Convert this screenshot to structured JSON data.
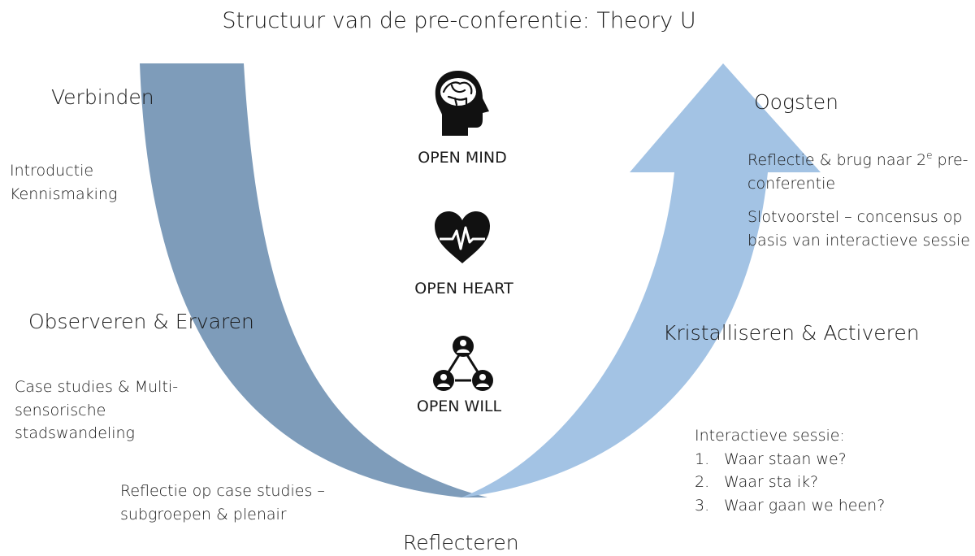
{
  "title": "Structuur van de pre-conferentie: Theory U",
  "colors": {
    "left_arm": "#7e9cba",
    "right_arm": "#a3c3e4",
    "icon": "#111111"
  },
  "left": {
    "verbinden": {
      "heading": "Verbinden",
      "lines": [
        "Introductie",
        "Kennismaking"
      ]
    },
    "observeren": {
      "heading": "Observeren & Ervaren",
      "lines": [
        "Case studies & Multi-",
        "sensorische",
        "stadswandeling"
      ]
    },
    "reflectie": {
      "lines": [
        "Reflectie op case studies –",
        "subgroepen & plenair"
      ]
    }
  },
  "bottom": {
    "heading": "Reflecteren"
  },
  "center": {
    "items": [
      {
        "label": "OPEN MIND",
        "icon": "brain-head-icon"
      },
      {
        "label": "OPEN HEART",
        "icon": "heartbeat-icon"
      },
      {
        "label": "OPEN WILL",
        "icon": "people-network-icon"
      }
    ]
  },
  "right": {
    "oogsten": {
      "heading": "Oogsten",
      "line1_before": "Reflectie & brug naar 2",
      "line1_sup": "e",
      "line1_after": " pre-",
      "line2": "conferentie",
      "line3": "Slotvoorstel – concensus op",
      "line4": "basis van interactieve sessie"
    },
    "kristalliseren": {
      "heading": "Kristalliseren & Activeren"
    },
    "interactief": {
      "heading": "Interactieve sessie:",
      "items": [
        {
          "num": "1.",
          "text": "Waar staan we?"
        },
        {
          "num": "2.",
          "text": "Waar sta ik?"
        },
        {
          "num": "3.",
          "text": "Waar gaan we heen?"
        }
      ]
    }
  }
}
